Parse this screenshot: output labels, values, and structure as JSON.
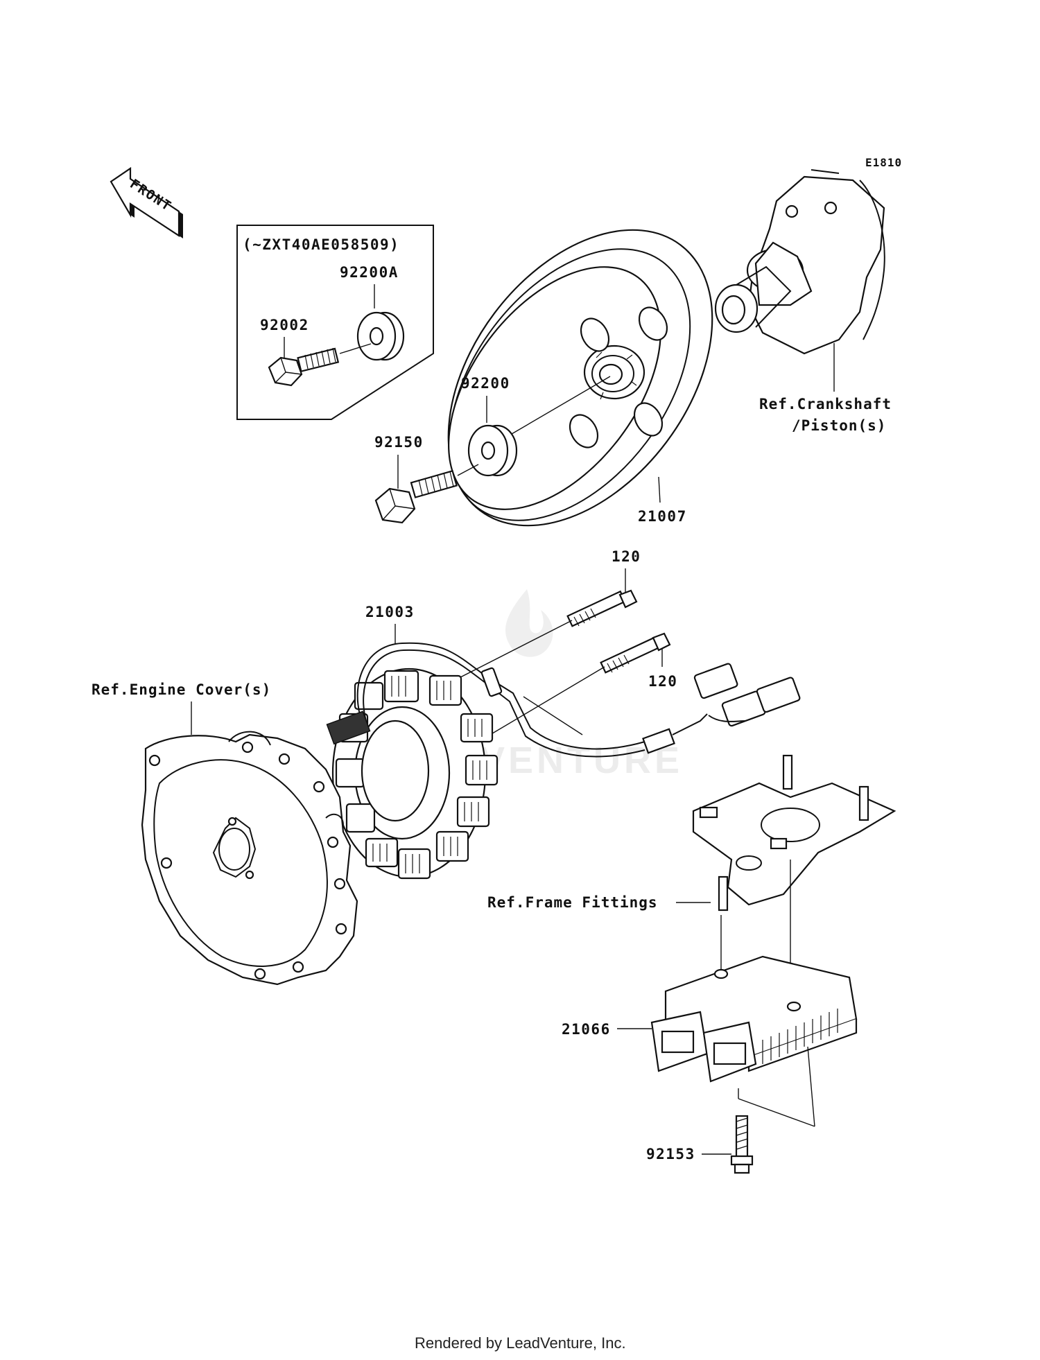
{
  "diagram_id": "E1810",
  "front_label": "FRONT",
  "inset": {
    "title": "(~ZXT40AE058509)",
    "parts": {
      "washer": "92200A",
      "bolt": "92002"
    }
  },
  "callouts": {
    "flywheel": "21007",
    "washer": "92200",
    "bolt": "92150",
    "stator": "21003",
    "bolt_upper": "120",
    "bolt_lower": "120",
    "regulator": "21066",
    "reg_bolt": "92153"
  },
  "references": {
    "crankshaft_line1": "Ref.Crankshaft",
    "crankshaft_line2": "/Piston(s)",
    "engine_cover": "Ref.Engine Cover(s)",
    "frame_fittings": "Ref.Frame Fittings"
  },
  "watermark": "LEADVENTURE",
  "footer": "Rendered by LeadVenture, Inc."
}
